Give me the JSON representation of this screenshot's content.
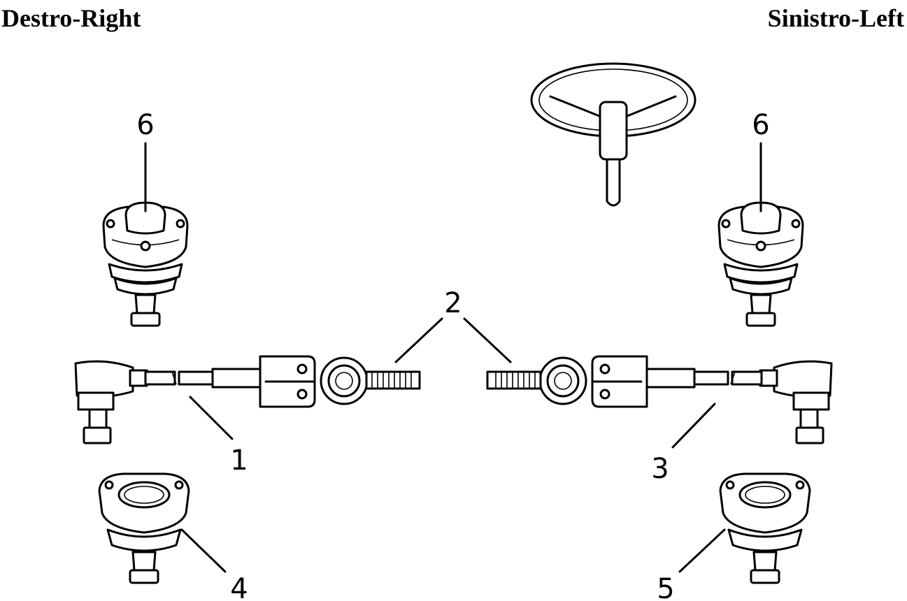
{
  "headings": {
    "left": "Destro-Right",
    "right": "Sinistro-Left"
  },
  "callouts": [
    "1",
    "2",
    "2",
    "3",
    "4",
    "5",
    "6",
    "6"
  ],
  "colors": {
    "line": "#000000",
    "background": "#ffffff"
  }
}
